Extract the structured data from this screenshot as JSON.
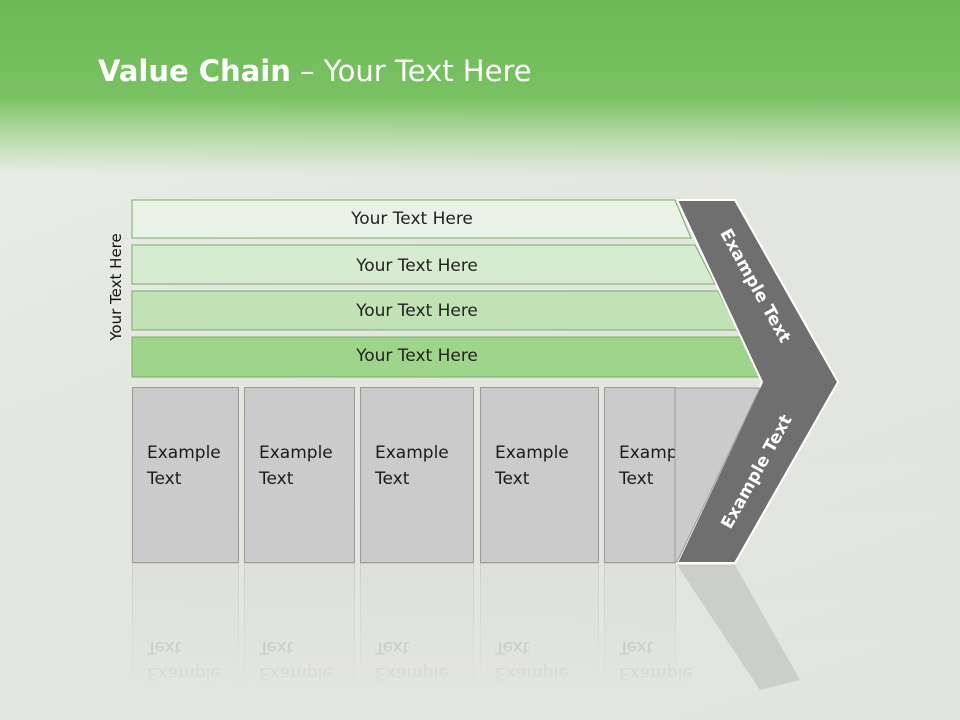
{
  "title": {
    "bold": "Value Chain",
    "rest": " – Your Text Here"
  },
  "side_label": "Your Text Here",
  "bars": [
    {
      "label": "Your Text Here",
      "color": "#e9f3e5"
    },
    {
      "label": "Your Text Here",
      "color": "#d6ebcf"
    },
    {
      "label": "Your Text Here",
      "color": "#c0e2b4"
    },
    {
      "label": "Your Text Here",
      "color": "#9ed58a"
    }
  ],
  "boxes": [
    {
      "line1": "Example",
      "line2": "Text"
    },
    {
      "line1": "Example",
      "line2": "Text"
    },
    {
      "line1": "Example",
      "line2": "Text"
    },
    {
      "line1": "Example",
      "line2": "Text"
    },
    {
      "line1": "Example",
      "line2": "Text"
    }
  ],
  "chevron": {
    "top_label": "Example Text",
    "bottom_label": "Example Text",
    "color": "#6f6f6f"
  },
  "colors": {
    "header": "#6cba55",
    "box": "#cbcbcb"
  }
}
